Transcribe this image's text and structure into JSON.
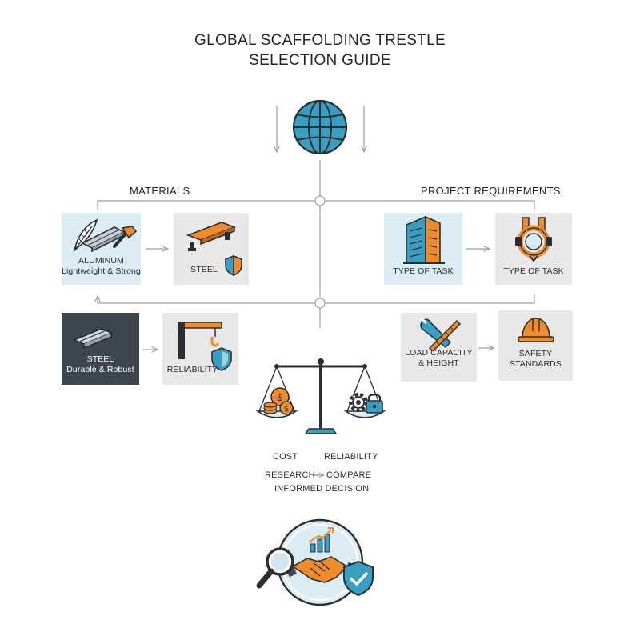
{
  "title": {
    "line1": "GLOBAL SCAFFOLDING TRESTLE",
    "line2": "SELECTION GUIDE"
  },
  "sections": {
    "materials": "MATERIALS",
    "project_requirements": "PROJECT REQUIREMENTS"
  },
  "cards": {
    "aluminum": {
      "line1": "ALUMINUM",
      "line2": "Lightweight & Strong"
    },
    "steel_small": {
      "line1": "STEEL"
    },
    "steel_dark": {
      "line1": "STEEL",
      "line2": "Durable & Robust"
    },
    "reliability": {
      "line1": "RELIABILITY"
    },
    "type_of_task_1": {
      "line1": "TYPE OF TASK"
    },
    "type_of_task_2": {
      "line1": "TYPE OF TASK"
    },
    "load_capacity": {
      "line1": "LOAD CAPACITY",
      "line2": "& HEIGHT"
    },
    "safety_standards": {
      "line1": "SAFETY",
      "line2": "STANDARDS"
    }
  },
  "balance": {
    "cost": "COST",
    "reliability": "RELIABILITY",
    "research": "RESEARCH",
    "compare": "COMPARE",
    "decision": "INFORMED DECISION"
  },
  "colors": {
    "light_blue": "#dcecf4",
    "light_gray": "#e8e8e8",
    "dark_slate": "#3c464f",
    "accent_blue": "#3a9ec2",
    "accent_orange": "#ee8c2c",
    "ink": "#2b2f33",
    "connector": "#9a9fa4"
  },
  "icons": [
    "globe-icon",
    "feather-icon",
    "beam-icon",
    "hammer-icon",
    "shield-icon",
    "building-icon",
    "safety-harness-icon",
    "crane-icon",
    "hook-icon",
    "wrench-icon",
    "ruler-icon",
    "hard-hat-icon",
    "balance-scale-icon",
    "coins-icon",
    "gear-icon",
    "lock-icon",
    "magnifier-icon",
    "bar-chart-icon",
    "handshake-icon",
    "shield-check-icon"
  ]
}
